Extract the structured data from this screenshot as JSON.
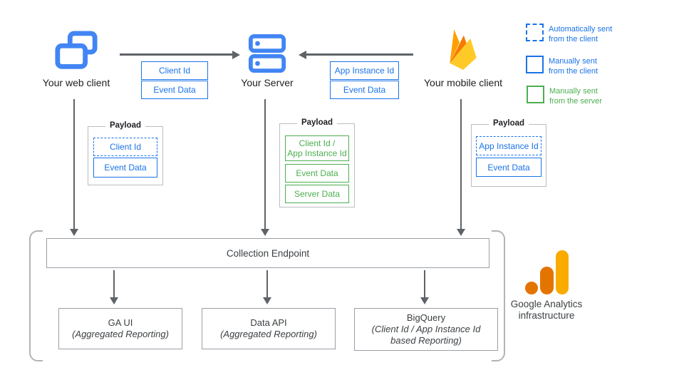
{
  "nodes": {
    "web_client": {
      "label": "Your web client"
    },
    "server": {
      "label": "Your Server"
    },
    "mobile_client": {
      "label": "Your mobile client"
    }
  },
  "flows": {
    "web_to_server": {
      "items": [
        "Client Id",
        "Event Data"
      ]
    },
    "mobile_to_server": {
      "items": [
        "App Instance Id",
        "Event Data"
      ]
    }
  },
  "legend": {
    "auto_client": {
      "line1": "Automatically sent",
      "line2": "from the client"
    },
    "manual_client": {
      "line1": "Manually sent",
      "line2": "from the client"
    },
    "manual_server": {
      "line1": "Manually sent",
      "line2": "from the server"
    }
  },
  "payloads": {
    "web": {
      "title": "Payload",
      "items": [
        "Client Id",
        "Event Data"
      ]
    },
    "server": {
      "title": "Payload",
      "items": [
        "Client Id /\nApp Instance Id",
        "Event Data",
        "Server Data"
      ]
    },
    "mobile": {
      "title": "Payload",
      "items": [
        "App Instance Id",
        "Event Data"
      ]
    }
  },
  "infrastructure": {
    "endpoint_label": "Collection Endpoint",
    "outputs": [
      {
        "title": "GA UI",
        "subtitle": "(Aggregated Reporting)"
      },
      {
        "title": "Data API",
        "subtitle": "(Aggregated Reporting)"
      },
      {
        "title": "BigQuery",
        "subtitle": "(Client Id / App Instance Id based Reporting)"
      }
    ],
    "caption_line1": "Google Analytics",
    "caption_line2": "infrastructure"
  },
  "colors": {
    "blue": "#1a73e8",
    "icon_blue": "#4285f4",
    "green": "#4caf50",
    "arrow_gray": "#5f6368",
    "firebase_yellow": "#FFCA28",
    "firebase_orange": "#FFA000",
    "firebase_deep_orange": "#F57C00",
    "ga_orange_dark": "#E37400",
    "ga_orange_light": "#F9AB00"
  }
}
